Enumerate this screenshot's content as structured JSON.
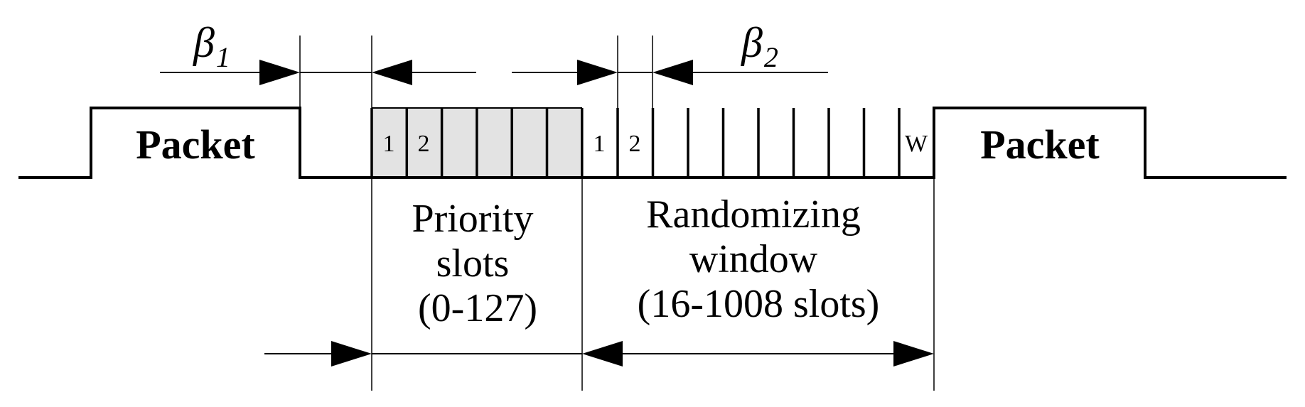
{
  "diagram": {
    "beta1": {
      "symbol": "β",
      "subscript": "1"
    },
    "beta2": {
      "symbol": "β",
      "subscript": "2"
    },
    "packet_left": "Packet",
    "packet_right": "Packet",
    "priority_slot_labels": [
      "1",
      "2"
    ],
    "random_slot_labels": [
      "1",
      "2"
    ],
    "random_last_slot_label": "W",
    "priority_caption": [
      "Priority",
      "slots",
      "(0-127)"
    ],
    "random_caption": [
      "Randomizing",
      "window",
      "(16-1008 slots)"
    ],
    "colors": {
      "line": "#000000",
      "priority_fill": "#e3e3e3",
      "background": "#ffffff"
    }
  }
}
